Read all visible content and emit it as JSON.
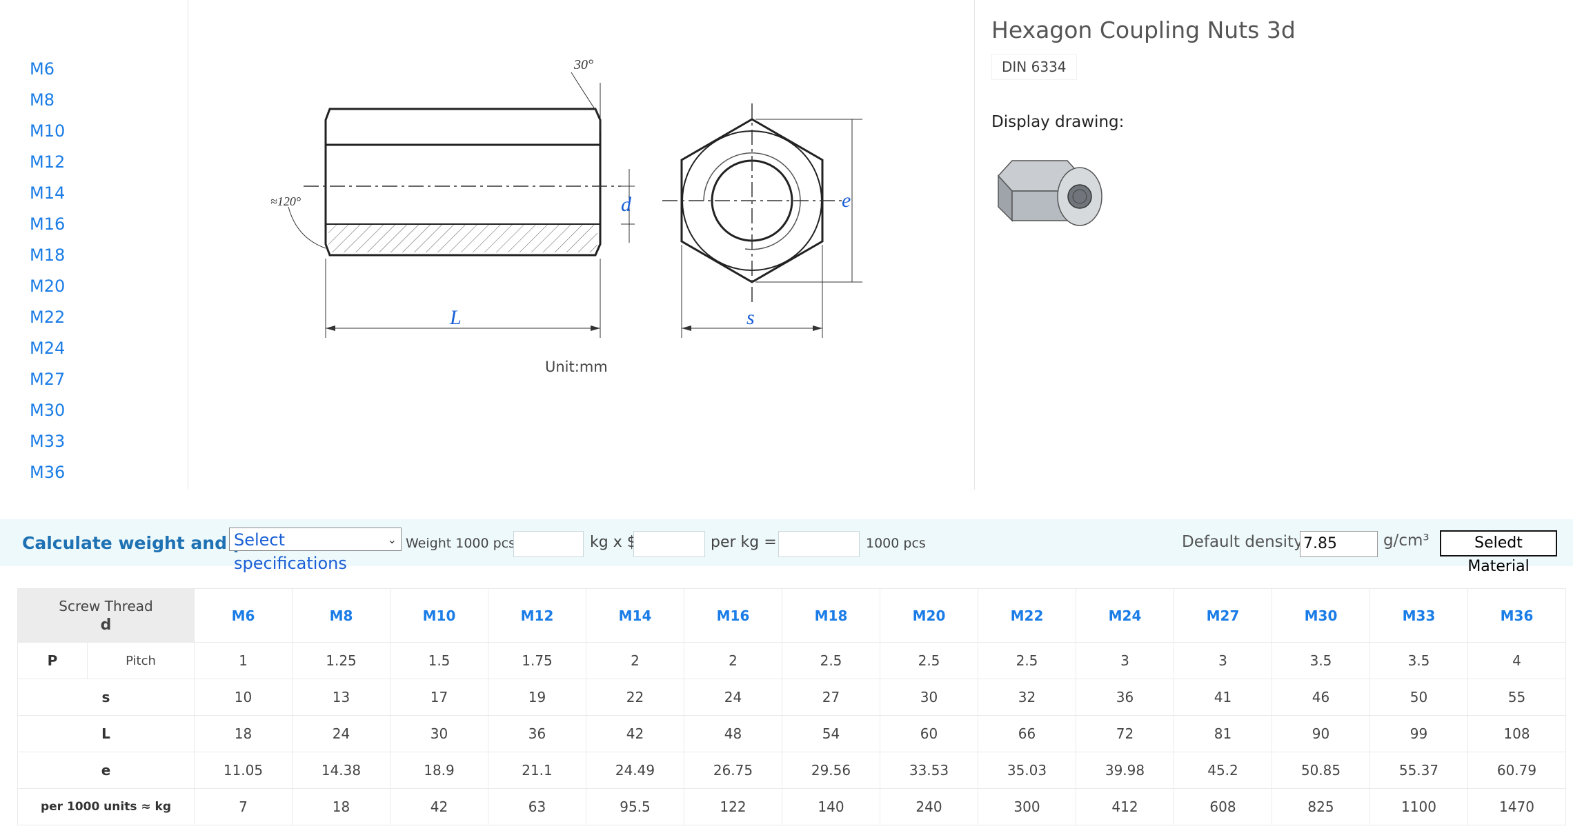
{
  "size_menu": [
    "M6",
    "M8",
    "M10",
    "M12",
    "M14",
    "M16",
    "M18",
    "M20",
    "M22",
    "M24",
    "M27",
    "M30",
    "M33",
    "M36"
  ],
  "drawing": {
    "angle_top": "30°",
    "angle_side": "≈120°",
    "label_d": "d",
    "label_e": "e",
    "label_L": "L",
    "label_s": "s",
    "unit": "Unit:mm"
  },
  "product": {
    "title": "Hexagon Coupling Nuts 3d",
    "standard": "DIN 6334",
    "display_label": "Display drawing:"
  },
  "calculator": {
    "title": "Calculate weight and price.",
    "select_value": "Select specifications",
    "weight_label": "Weight 1000 pcs :",
    "kg_x": "kg x $",
    "per_kg": "per kg = $",
    "pcs_label": "1000 pcs",
    "density_label": "Default density",
    "density_value": "7.85",
    "density_unit": "g/cm³",
    "material_button": "Seledt Material"
  },
  "table": {
    "header_top": "Screw Thread",
    "header_bottom": "d",
    "sizes": [
      "M6",
      "M8",
      "M10",
      "M12",
      "M14",
      "M16",
      "M18",
      "M20",
      "M22",
      "M24",
      "M27",
      "M30",
      "M33",
      "M36"
    ],
    "pitch_label": "P",
    "pitch_sub": "Pitch",
    "pitch": [
      "1",
      "1.25",
      "1.5",
      "1.75",
      "2",
      "2",
      "2.5",
      "2.5",
      "2.5",
      "3",
      "3",
      "3.5",
      "3.5",
      "4"
    ],
    "rows": [
      {
        "label": "s",
        "values": [
          "10",
          "13",
          "17",
          "19",
          "22",
          "24",
          "27",
          "30",
          "32",
          "36",
          "41",
          "46",
          "50",
          "55"
        ]
      },
      {
        "label": "L",
        "values": [
          "18",
          "24",
          "30",
          "36",
          "42",
          "48",
          "54",
          "60",
          "66",
          "72",
          "81",
          "90",
          "99",
          "108"
        ]
      },
      {
        "label": "e",
        "values": [
          "11.05",
          "14.38",
          "18.9",
          "21.1",
          "24.49",
          "26.75",
          "29.56",
          "33.53",
          "35.03",
          "39.98",
          "45.2",
          "50.85",
          "55.37",
          "60.79"
        ]
      },
      {
        "label": "per 1000 units ≈ kg",
        "values": [
          "7",
          "18",
          "42",
          "63",
          "95.5",
          "122",
          "140",
          "240",
          "300",
          "412",
          "608",
          "825",
          "1100",
          "1470"
        ]
      }
    ]
  }
}
